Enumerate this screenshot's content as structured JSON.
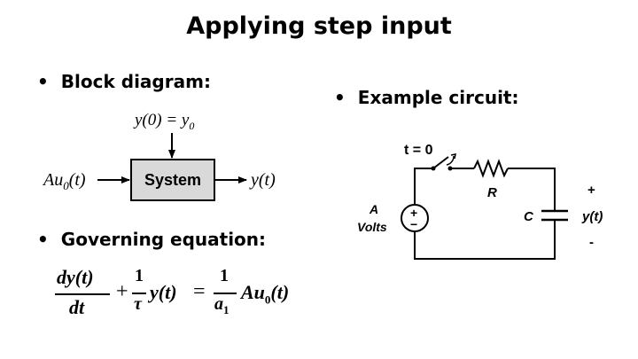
{
  "title": "Applying step input",
  "bullets": {
    "block_diagram": "Block diagram:",
    "governing_equation": "Governing equation:",
    "example_circuit": "Example circuit:"
  },
  "block_diagram": {
    "initial_condition": "y(0) = y",
    "initial_condition_sub": "0",
    "input_prefix": "Au",
    "input_sub": "0",
    "input_suffix": "(t)",
    "system_label": "System",
    "output": "y(t)"
  },
  "equation": {
    "lhs_num": "dy(t)",
    "lhs_den": "dt",
    "plus": "+",
    "one": "1",
    "tau": "τ",
    "y_of_t": "y(t)",
    "equals": "=",
    "one_b": "1",
    "a": "a",
    "a_sub": "1",
    "rhs_prefix": "Au",
    "rhs_sub": "0",
    "rhs_suffix": "(t)"
  },
  "circuit": {
    "switch_label": "t = 0",
    "resistor_label": "R",
    "capacitor_label": "C",
    "source_label_a": "A",
    "source_label_volts": "Volts",
    "source_plus": "+",
    "source_minus": "−",
    "out_plus": "+",
    "out_label": "y(t)",
    "out_minus": "-"
  }
}
